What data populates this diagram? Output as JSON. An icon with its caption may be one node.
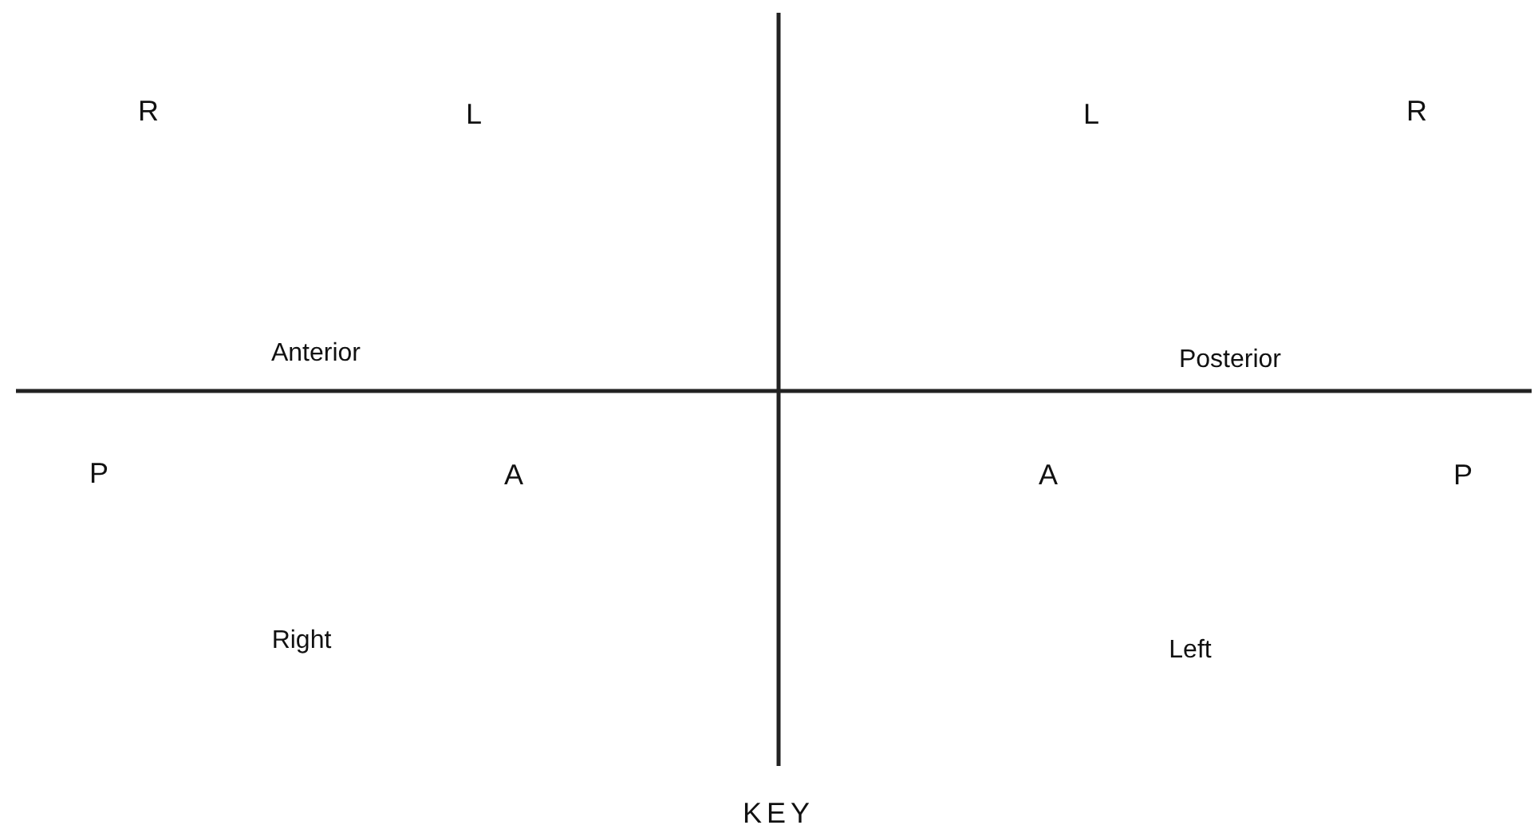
{
  "diagram": {
    "caption": "KEY",
    "labels": [
      "R",
      "L",
      "L",
      "R",
      "Anterior",
      "Posterior",
      "P",
      "A",
      "A",
      "P",
      "Right",
      "Left"
    ]
  }
}
